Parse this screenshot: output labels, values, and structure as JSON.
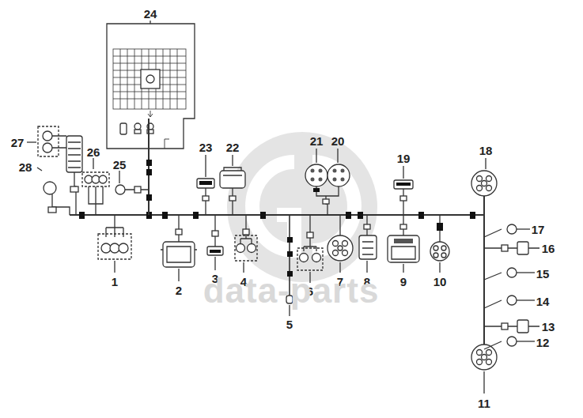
{
  "diagram": {
    "labels": [
      "24",
      "27",
      "26",
      "25",
      "23",
      "22",
      "21",
      "20",
      "19",
      "18",
      "28",
      "1",
      "2",
      "3",
      "4",
      "5",
      "6",
      "7",
      "8",
      "9",
      "10",
      "17",
      "16",
      "15",
      "14",
      "13",
      "12",
      "11",
      "data-parts"
    ]
  }
}
